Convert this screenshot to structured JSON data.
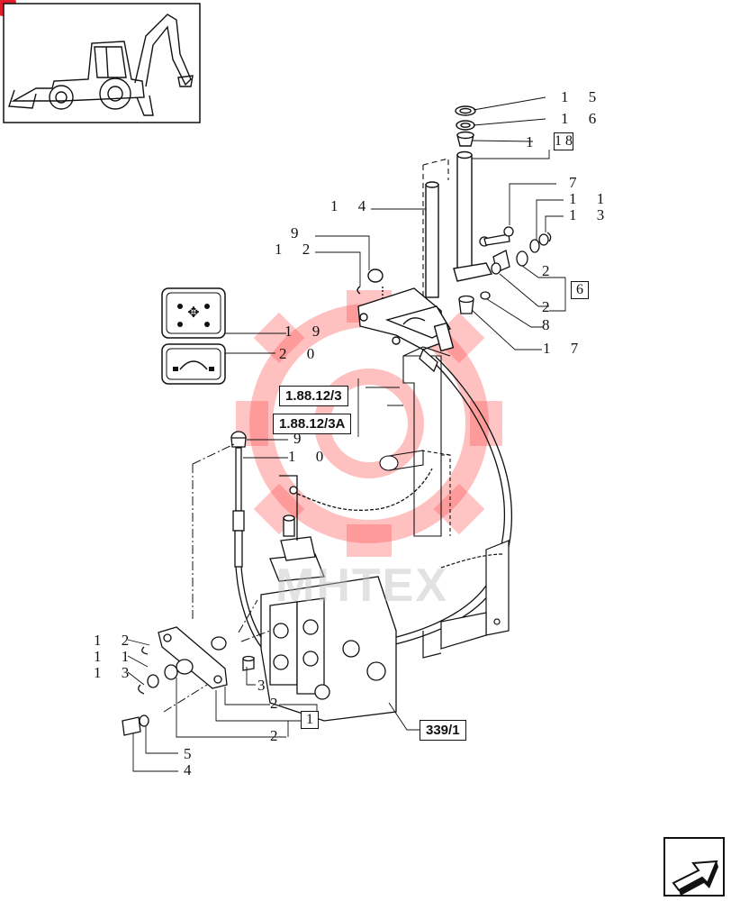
{
  "watermark": {
    "text": "MHTEX",
    "gear_color": "#ff4a4a"
  },
  "reference_boxes": [
    {
      "id": "ref-1",
      "text": "1.88.12/3"
    },
    {
      "id": "ref-2",
      "text": "1.88.12/3A"
    },
    {
      "id": "ref-3",
      "text": "339/1"
    }
  ],
  "callouts": {
    "c15": "1 5",
    "c16": "1 6",
    "c17a": "1 7",
    "c18": "1 8",
    "c7": "7",
    "c11a": "1 1",
    "c13a": "1 3",
    "c14": "1 4",
    "c9a": "9",
    "c12a": "1 2",
    "c2a": "2",
    "c6": "6",
    "c2b": "2",
    "c8": "8",
    "c17b": "1 7",
    "c19": "1 9",
    "c20": "2 0",
    "c9b": "9",
    "c10": "1 0",
    "c12b": "1 2",
    "c11b": "1 1",
    "c13b": "1 3",
    "c3": "3",
    "c2c": "2",
    "c1": "1",
    "c2d": "2",
    "c5": "5",
    "c4": "4"
  },
  "colors": {
    "line": "#111111",
    "accent": "#e0202a"
  }
}
